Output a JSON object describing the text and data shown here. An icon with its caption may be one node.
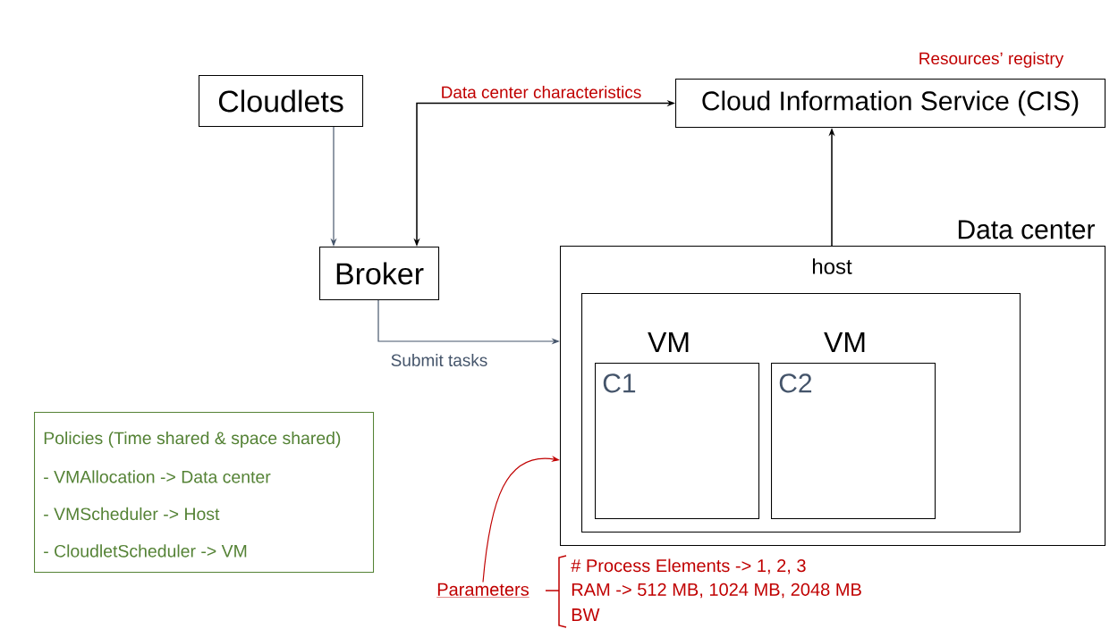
{
  "diagram": {
    "nodes": [
      {
        "text": [
          "Cloudlets"
        ]
      },
      {
        "text": [
          "Cloud Information Service (CIS)"
        ],
        "beside": [
          "Resources’ registry"
        ]
      },
      {
        "text": [
          "Broker"
        ]
      },
      {
        "text": [
          "Data center"
        ]
      },
      {
        "text": [
          "host"
        ],
        "in": 3
      },
      {
        "text": [
          "VM",
          "C1"
        ],
        "in": 4
      },
      {
        "text": [
          "VM",
          "C2"
        ],
        "in": 4
      },
      {
        "text": [
          "Policies (Time shared & space shared)",
          "- VMAllocation -> Data center",
          "- VMScheduler -> Host",
          "- CloudletScheduler -> VM"
        ]
      },
      {
        "text": [
          "Parameters"
        ]
      }
    ],
    "edges": [
      {
        "from": 0,
        "to": 2,
        "arrow": "to",
        "color": "#44546a"
      },
      {
        "from": 2,
        "to": 1,
        "arrow": "both",
        "label": "Data center characteristics",
        "color": "#000000"
      },
      {
        "from": 2,
        "to": 3,
        "arrow": "to",
        "label": "Submit tasks",
        "color": "#44546a"
      },
      {
        "from": 3,
        "to": 1,
        "arrow": "to",
        "color": "#000000"
      },
      {
        "from": 8,
        "to": 3,
        "arrow": "to",
        "color": "#c00000"
      }
    ],
    "labels": [
      "# Process Elements -> 1, 2, 3",
      "RAM -> 512 MB, 1024 MB, 2048 MB",
      "BW"
    ]
  }
}
